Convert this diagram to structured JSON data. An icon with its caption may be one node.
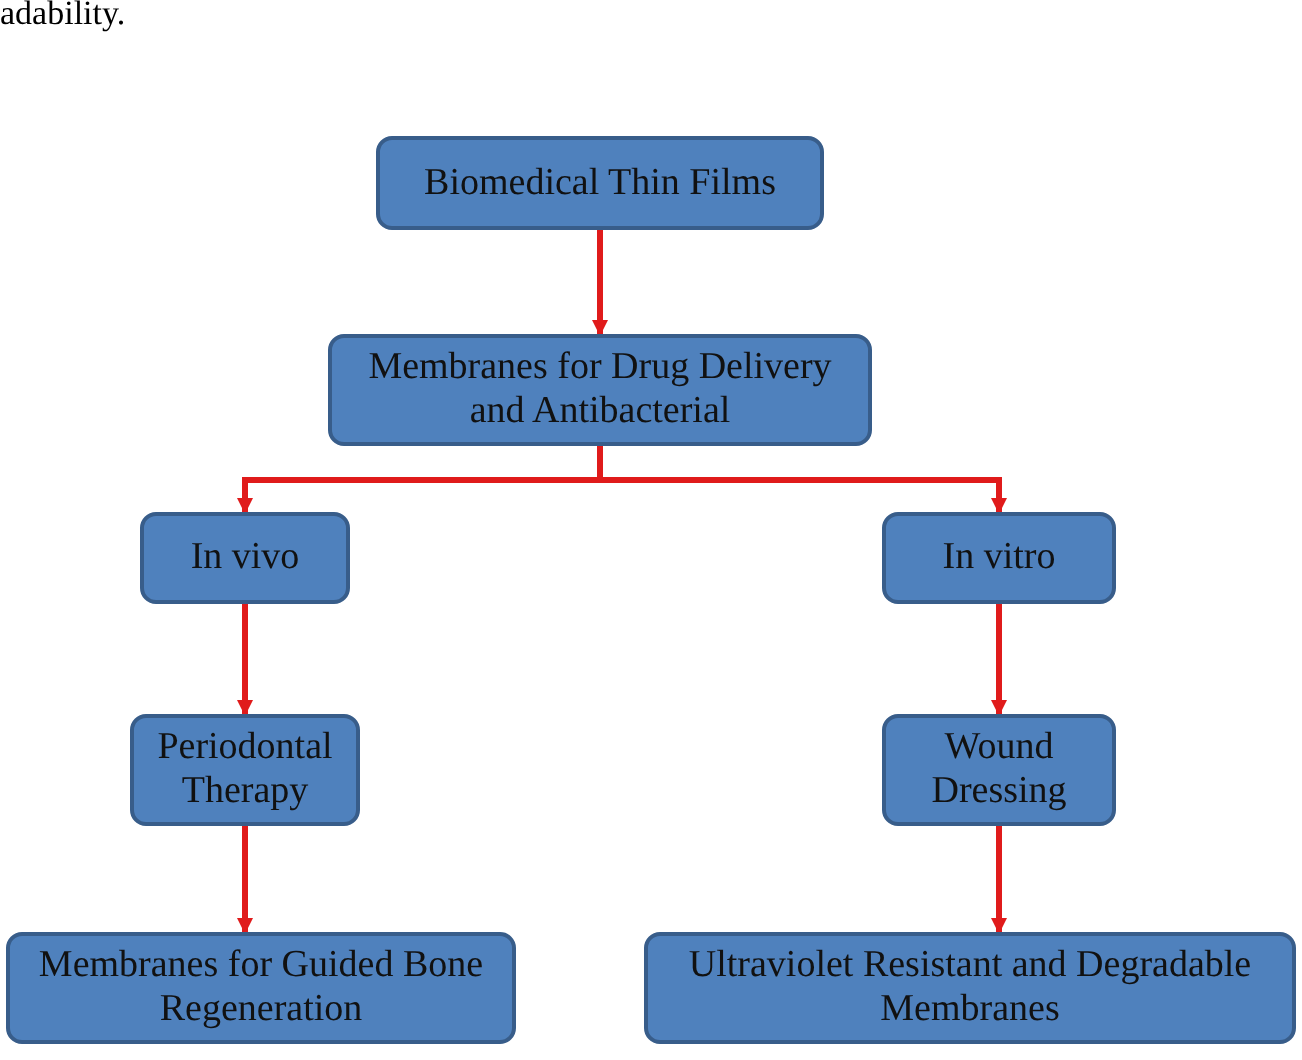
{
  "diagram": {
    "nodes": [
      {
        "text": [
          "Biomedical Thin Films"
        ]
      },
      {
        "text": [
          "Membranes for Drug Delivery and Antibacterial"
        ]
      },
      {
        "text": [
          "In vivo"
        ]
      },
      {
        "text": [
          "In vitro"
        ]
      },
      {
        "text": [
          "Periodontal Therapy"
        ]
      },
      {
        "text": [
          "Wound Dressing"
        ]
      },
      {
        "text": [
          "Membranes for Guided Bone Regeneration"
        ]
      },
      {
        "text": [
          "Ultraviolet Resistant and Degradable Membranes"
        ]
      }
    ],
    "edges": [
      {
        "from": 0,
        "to": 1,
        "arrow": "to"
      },
      {
        "from": 1,
        "to": 2,
        "arrow": "to"
      },
      {
        "from": 1,
        "to": 3,
        "arrow": "to"
      },
      {
        "from": 2,
        "to": 4,
        "arrow": "to"
      },
      {
        "from": 3,
        "to": 5,
        "arrow": "to"
      },
      {
        "from": 4,
        "to": 6,
        "arrow": "to"
      },
      {
        "from": 5,
        "to": 7,
        "arrow": "to"
      }
    ],
    "labels": [
      "adability."
    ]
  }
}
